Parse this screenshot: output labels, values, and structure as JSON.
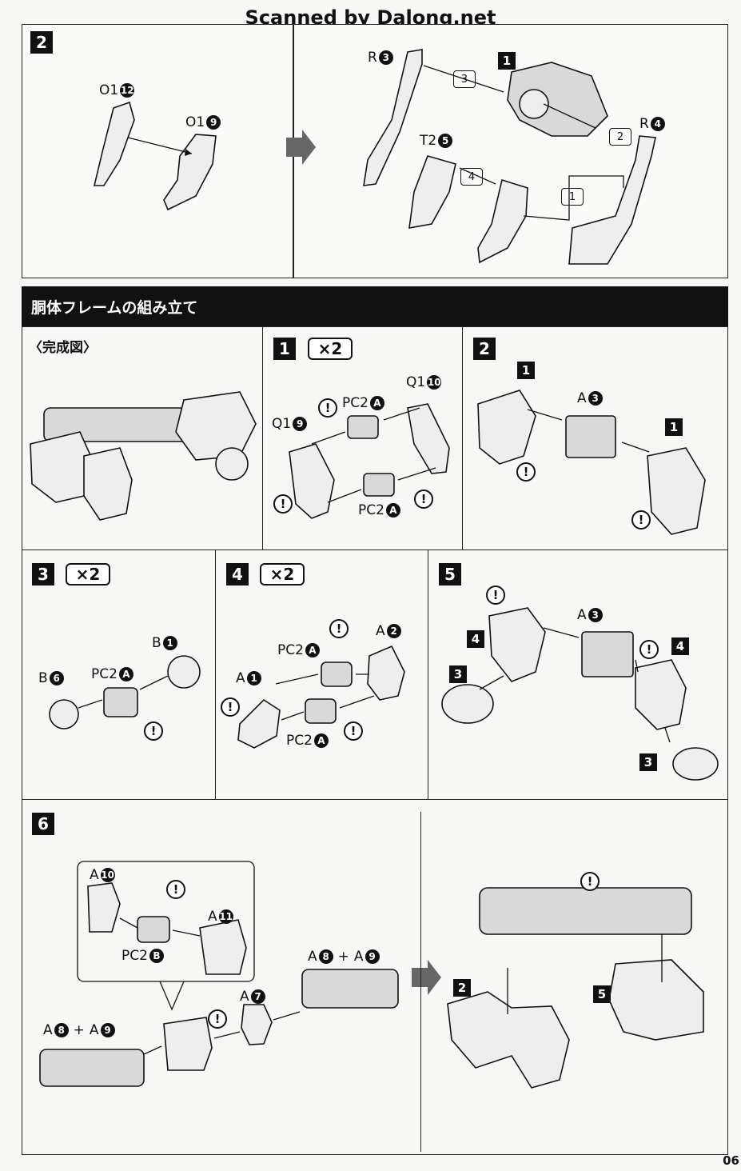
{
  "watermark": "Scanned by Dalong.net",
  "page_number": "06",
  "top_panel": {
    "left_step": "2",
    "right_step": "1",
    "labels": {
      "o1_12": {
        "part": "O1",
        "num": "12"
      },
      "o1_9": {
        "part": "O1",
        "num": "9"
      },
      "r_3": {
        "part": "R",
        "num": "3"
      },
      "r_4": {
        "part": "R",
        "num": "4"
      },
      "t2_5": {
        "part": "T2",
        "num": "5"
      }
    },
    "seq": [
      "1",
      "2",
      "3",
      "4"
    ]
  },
  "section": {
    "title": "胴体フレームの組み立て"
  },
  "completed": {
    "label": "〈完成図〉"
  },
  "step1": {
    "num": "1",
    "mult": "×2",
    "q1_10": {
      "part": "Q1",
      "num": "10"
    },
    "q1_9": {
      "part": "Q1",
      "num": "9"
    },
    "pc2_a_1": {
      "part": "PC2",
      "num": "A"
    },
    "pc2_a_2": {
      "part": "PC2",
      "num": "A"
    }
  },
  "step2": {
    "num": "2",
    "badge_left": "1",
    "badge_right": "1",
    "a_3": {
      "part": "A",
      "num": "3"
    }
  },
  "step3": {
    "num": "3",
    "mult": "×2",
    "b_1": {
      "part": "B",
      "num": "1"
    },
    "b_6": {
      "part": "B",
      "num": "6"
    },
    "pc2_a": {
      "part": "PC2",
      "num": "A"
    }
  },
  "step4": {
    "num": "4",
    "mult": "×2",
    "a_1": {
      "part": "A",
      "num": "1"
    },
    "a_2": {
      "part": "A",
      "num": "2"
    },
    "pc2_a_1": {
      "part": "PC2",
      "num": "A"
    },
    "pc2_a_2": {
      "part": "PC2",
      "num": "A"
    }
  },
  "step5": {
    "num": "5",
    "a_3": {
      "part": "A",
      "num": "3"
    },
    "badges": [
      "4",
      "3",
      "4",
      "3"
    ]
  },
  "step6": {
    "num": "6",
    "a_10": {
      "part": "A",
      "num": "10"
    },
    "a_11": {
      "part": "A",
      "num": "11"
    },
    "pc2_b": {
      "part": "PC2",
      "num": "B"
    },
    "a_7": {
      "part": "A",
      "num": "7"
    },
    "a8a9_right": {
      "p1": "A",
      "n1": "8",
      "plus": "+",
      "p2": "A",
      "n2": "9"
    },
    "a8a9_left": {
      "p1": "A",
      "n1": "8",
      "plus": "+",
      "p2": "A",
      "n2": "9"
    },
    "badge_2": "2",
    "badge_5": "5"
  },
  "warning_glyph": "!"
}
